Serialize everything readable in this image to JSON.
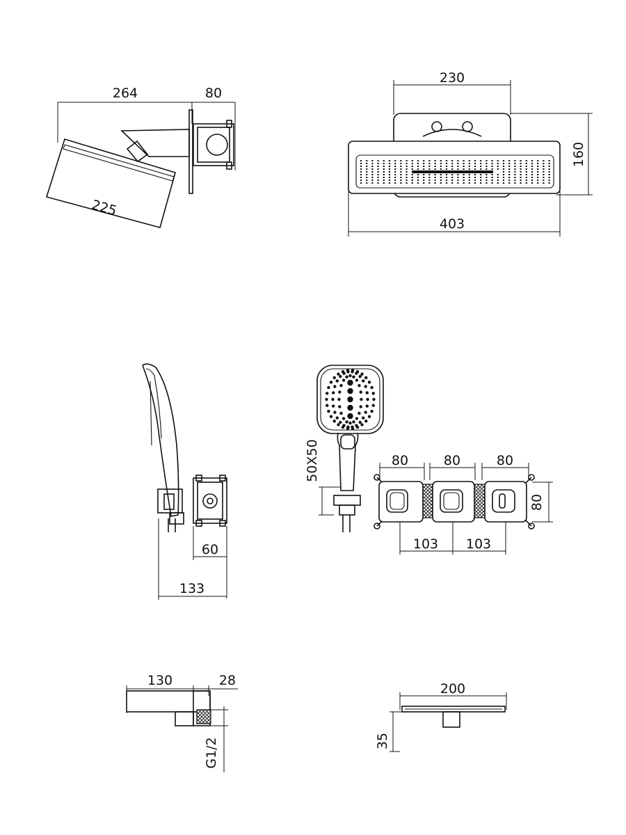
{
  "dimensions": {
    "rain_side_width": "264",
    "rain_side_depth": "80",
    "rain_head_length": "225",
    "rain_front_plate": "230",
    "rain_front_height": "160",
    "rain_front_width": "403",
    "hand_side_box": "60",
    "hand_side_total": "133",
    "hand_front_head": "50X50",
    "valve_width_1": "80",
    "valve_width_2": "80",
    "valve_width_3": "80",
    "valve_height": "80",
    "valve_spacing_1": "103",
    "valve_spacing_2": "103",
    "outlet_length": "130",
    "outlet_depth": "28",
    "outlet_thread": "G1/2",
    "flange_width": "200",
    "flange_height": "35"
  }
}
